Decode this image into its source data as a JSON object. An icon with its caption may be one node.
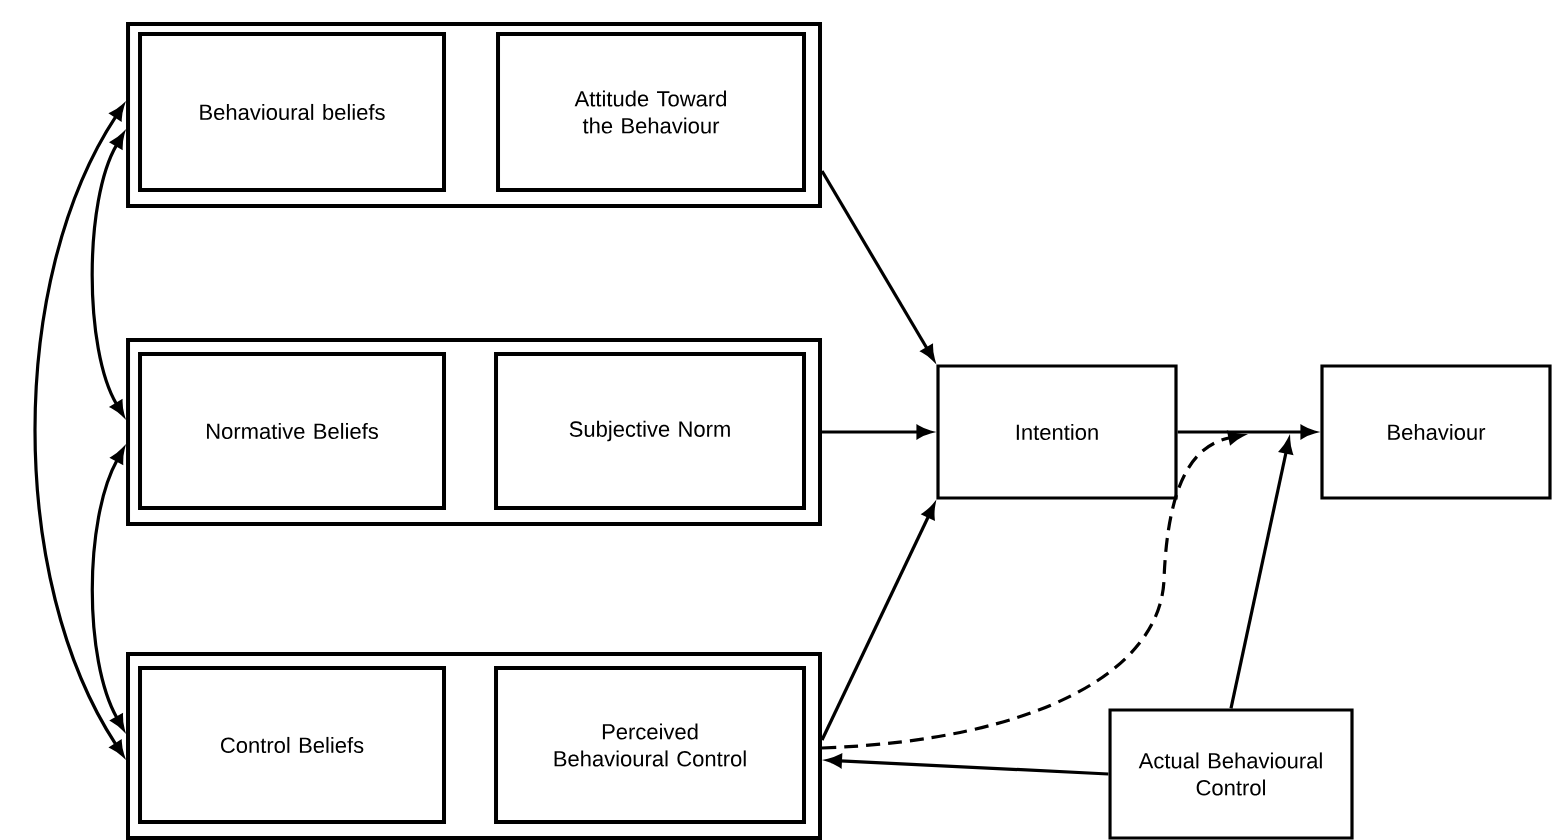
{
  "diagram": {
    "nodes": [
      {
        "text": [],
        "shape": "box"
      },
      {
        "text": [
          "Behavioural beliefs"
        ],
        "in": 0
      },
      {
        "text": [
          "Attitude Toward the Behaviour"
        ],
        "in": 0
      },
      {
        "text": [],
        "shape": "box"
      },
      {
        "text": [
          "Normative Beliefs"
        ],
        "in": 3
      },
      {
        "text": [
          "Subjective Norm"
        ],
        "in": 3
      },
      {
        "text": [],
        "shape": "box"
      },
      {
        "text": [
          "Control Beliefs"
        ],
        "in": 6
      },
      {
        "text": [
          "Perceived Behavioural Control"
        ],
        "in": 6
      },
      {
        "text": [
          "Intention"
        ]
      },
      {
        "text": [
          "Behaviour"
        ]
      },
      {
        "text": [
          "Actual Behavioural Control"
        ]
      }
    ],
    "edges": [
      {
        "from": 0,
        "to": 3,
        "arrow": "both"
      },
      {
        "from": 3,
        "to": 6,
        "arrow": "both"
      },
      {
        "from": 0,
        "to": 6,
        "arrow": "both"
      },
      {
        "from": 0,
        "to": 9,
        "arrow": "to"
      },
      {
        "from": 3,
        "to": 9,
        "arrow": "to"
      },
      {
        "from": 6,
        "to": 9,
        "arrow": "to"
      },
      {
        "from": 9,
        "to": 10,
        "arrow": "to"
      },
      {
        "from": 11,
        "to": 6,
        "arrow": "to"
      },
      {
        "from": 6,
        "to": null,
        "arrow": "to",
        "style": "dashed"
      },
      {
        "from": 11,
        "to": null,
        "arrow": "to"
      }
    ]
  }
}
